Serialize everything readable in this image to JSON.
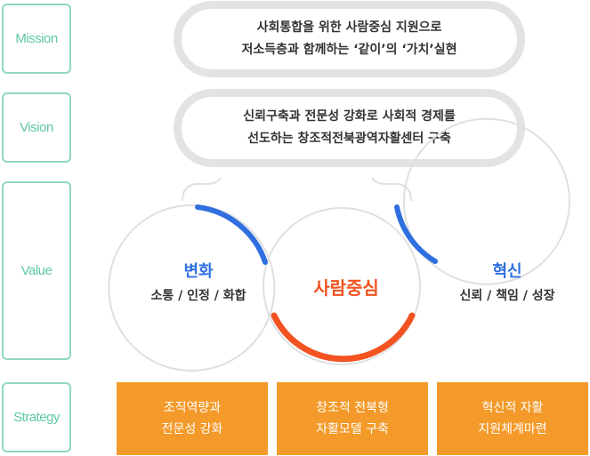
{
  "labels": {
    "mission": "Mission",
    "vision": "Vision",
    "value": "Value",
    "strategy": "Strategy"
  },
  "mission": {
    "line1": "사회통합을 위한 사람중심 지원으로",
    "line2": "저소득층과 함께하는 ‘같이’의 ‘가치’실현"
  },
  "vision": {
    "line1": "신뢰구축과 전문성 강화로 사회적 경제를",
    "line2": "선도하는 창조적전북광역자활센터 구축"
  },
  "values": {
    "left": {
      "title": "변화",
      "sub": "소통 / 인정 / 화합"
    },
    "center": {
      "title": "사람중심"
    },
    "right": {
      "title": "혁신",
      "sub": "신뢰 / 책임 / 성장"
    }
  },
  "strategies": [
    {
      "line1": "조직역량과",
      "line2": "전문성 강화"
    },
    {
      "line1": "창조적 전북형",
      "line2": "자활모델 구축"
    },
    {
      "line1": "혁신적 자활",
      "line2": "지원체계마련"
    }
  ],
  "colors": {
    "label_border": "#8ed8c2",
    "label_text": "#5ec8a8",
    "pill_border": "#e3e3e3",
    "blue": "#2f6fe0",
    "orange_red": "#f25320",
    "strategy_bg": "#f39a2a"
  }
}
